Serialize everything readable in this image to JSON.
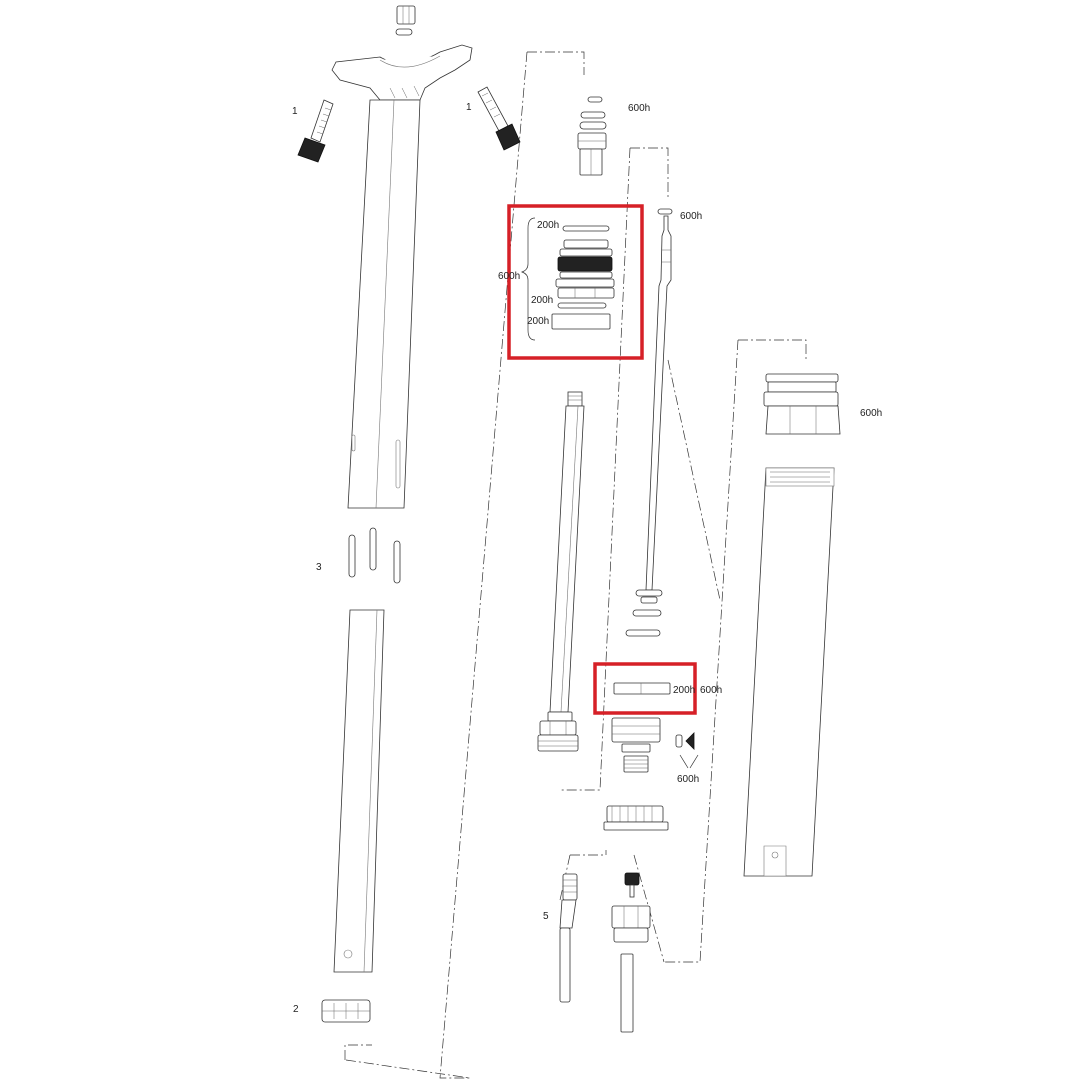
{
  "diagram": {
    "highlight_color": "#d62027",
    "callouts": {
      "c1a": "1",
      "c1b": "1",
      "c2": "2",
      "c3": "3",
      "c5": "5"
    },
    "service_labels": {
      "top_600h": "600h",
      "rod_600h": "600h",
      "stack_200h_a": "200h",
      "stack_600h": "600h",
      "stack_200h_b": "200h",
      "stack_200h_c": "200h",
      "cap_600h": "600h",
      "seal_200h": "200h",
      "seal_600h": "600h",
      "valve_600h": "600h"
    }
  }
}
